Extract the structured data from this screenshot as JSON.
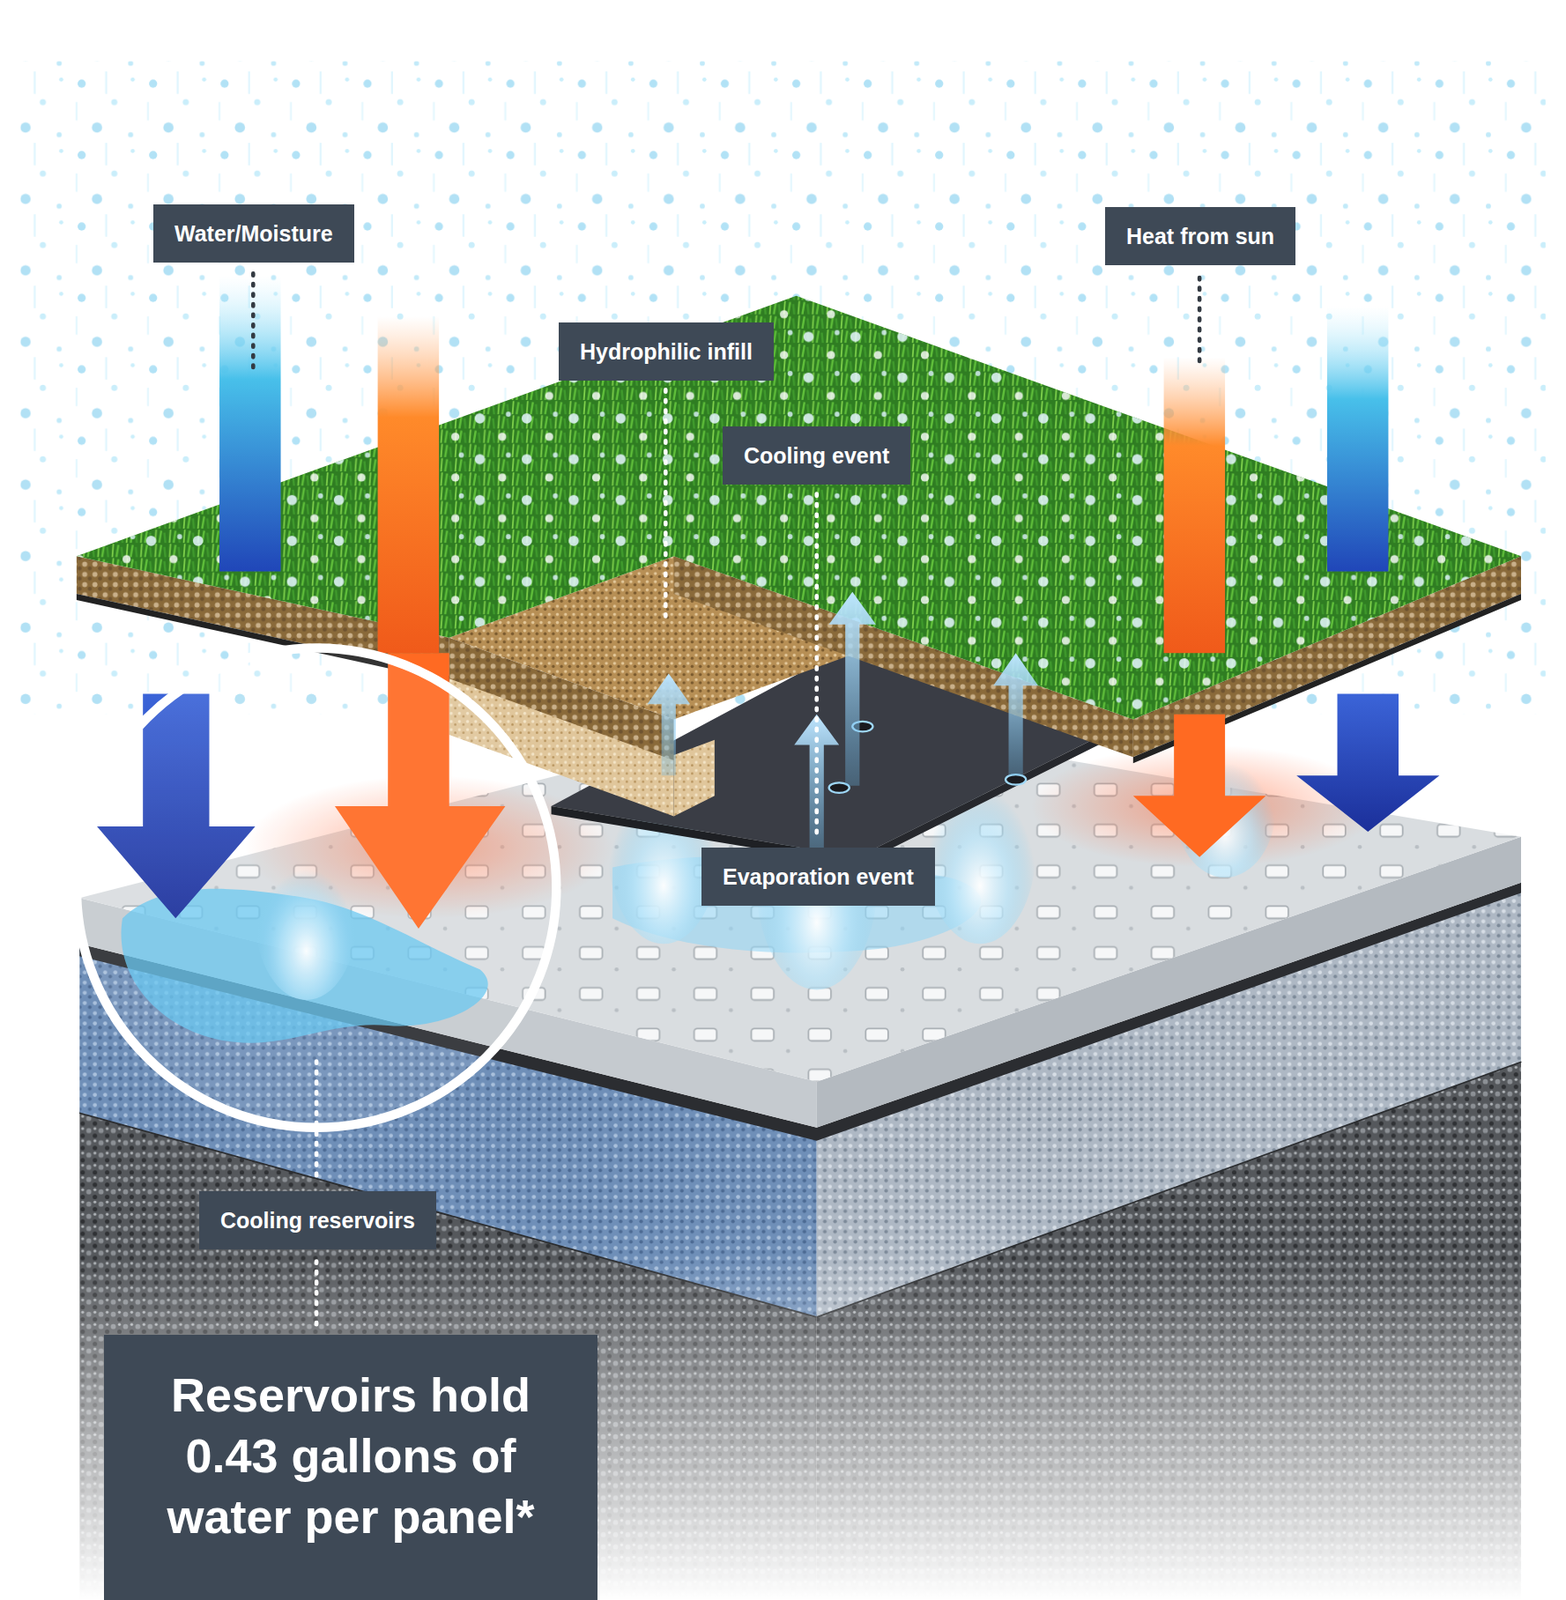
{
  "diagram": {
    "nodes": [
      {
        "text": [
          "Water/Moisture"
        ]
      },
      {
        "text": [
          "Heat from sun"
        ]
      },
      {
        "text": [
          "Hydrophilic infill"
        ]
      },
      {
        "text": [
          "Cooling event"
        ]
      },
      {
        "text": [
          "Evaporation event"
        ]
      },
      {
        "text": [
          "Cooling reservoirs"
        ]
      },
      {
        "text": [
          "Reservoirs hold 0.43 gallons of water per panel*"
        ]
      }
    ]
  }
}
